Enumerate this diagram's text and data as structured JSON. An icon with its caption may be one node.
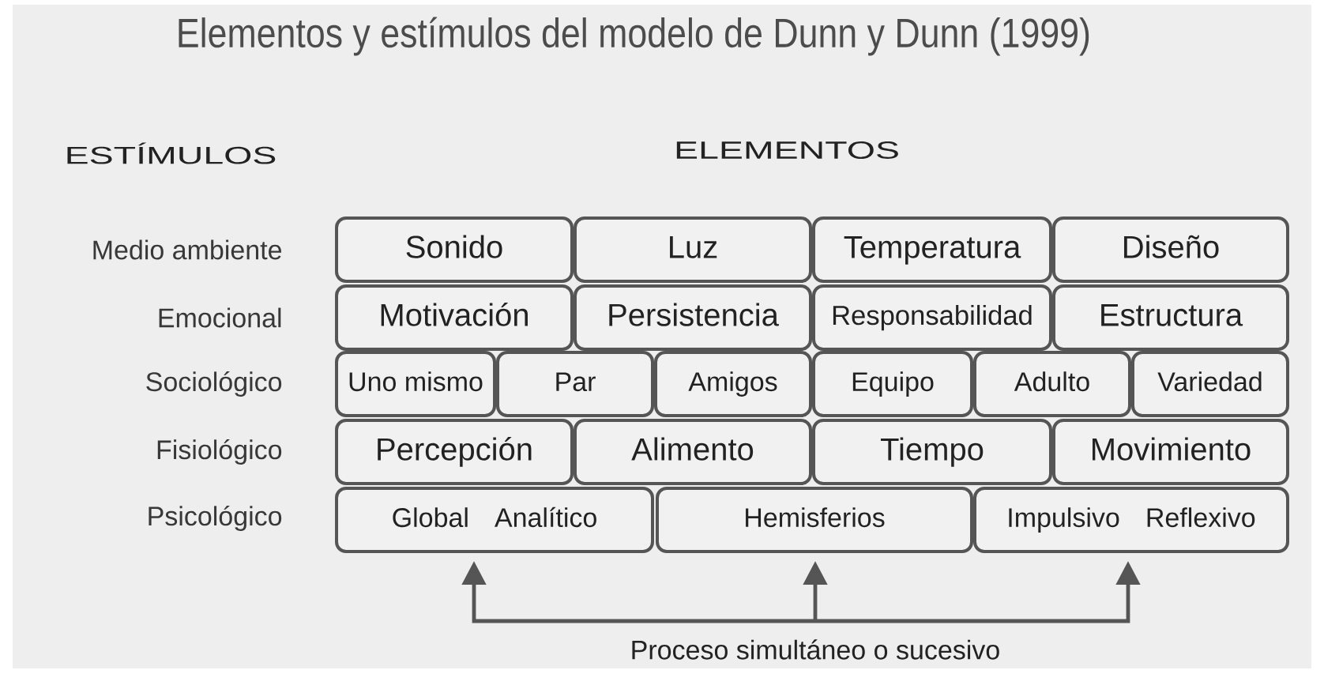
{
  "diagram": {
    "title": "Elementos y estímulos del modelo de Dunn y Dunn (1999)",
    "nodes": [
      {
        "text": [
          "Sonido"
        ]
      },
      {
        "text": [
          "Luz"
        ]
      },
      {
        "text": [
          "Temperatura"
        ]
      },
      {
        "text": [
          "Diseño"
        ]
      },
      {
        "text": [
          "Motivación"
        ]
      },
      {
        "text": [
          "Persistencia"
        ]
      },
      {
        "text": [
          "Responsabilidad"
        ]
      },
      {
        "text": [
          "Estructura"
        ]
      },
      {
        "text": [
          "Uno mismo"
        ]
      },
      {
        "text": [
          "Par"
        ]
      },
      {
        "text": [
          "Amigos"
        ]
      },
      {
        "text": [
          "Equipo"
        ]
      },
      {
        "text": [
          "Adulto"
        ]
      },
      {
        "text": [
          "Variedad"
        ]
      },
      {
        "text": [
          "Percepción"
        ]
      },
      {
        "text": [
          "Alimento"
        ]
      },
      {
        "text": [
          "Tiempo"
        ]
      },
      {
        "text": [
          "Movimiento"
        ]
      },
      {
        "text": [
          "Global",
          "Analítico"
        ]
      },
      {
        "text": [
          "Hemisferios"
        ]
      },
      {
        "text": [
          "Impulsivo",
          "Reflexivo"
        ]
      },
      {
        "text": [
          "Proceso simultáneo o sucesivo"
        ]
      }
    ],
    "edges": [
      {
        "from": 21,
        "to": 18,
        "arrow": "to"
      },
      {
        "from": 21,
        "to": 19,
        "arrow": "to"
      },
      {
        "from": 21,
        "to": 20,
        "arrow": "to"
      }
    ],
    "labels": [
      "ESTÍMULOS",
      "ELEMENTOS",
      "Medio ambiente",
      "Emocional",
      "Sociológico",
      "Fisiológico",
      "Psicológico"
    ]
  }
}
